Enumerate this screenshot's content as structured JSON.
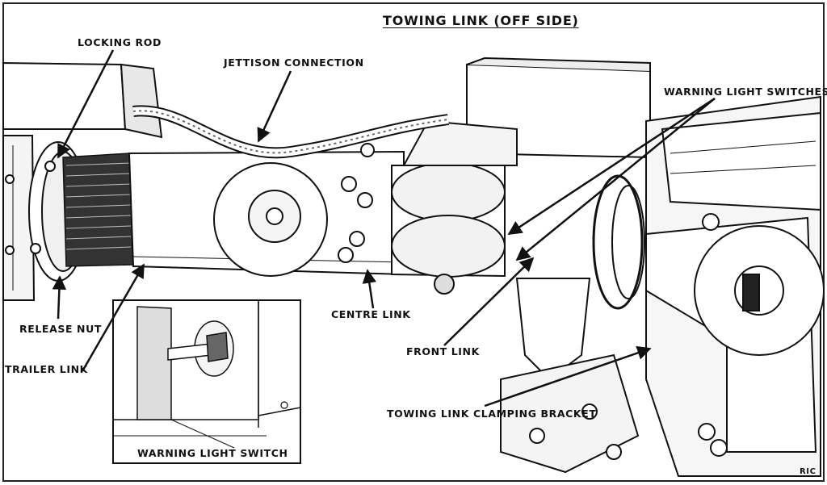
{
  "title": "TOWING LINK (OFF SIDE)",
  "labels": {
    "locking_rod": "LOCKING ROD",
    "jettison_connection": "JETTISON CONNECTION",
    "warning_light_switches": "WARNING LIGHT SWITCHES",
    "release_nut": "RELEASE NUT",
    "trailer_link": "TRAILER LINK",
    "centre_link": "CENTRE LINK",
    "front_link": "FRONT LINK",
    "towing_link_clamping_bracket": "TOWING LINK CLAMPING BRACKET",
    "warning_light_switch": "WARNING LIGHT SWITCH",
    "artist_mark": "RIC"
  }
}
